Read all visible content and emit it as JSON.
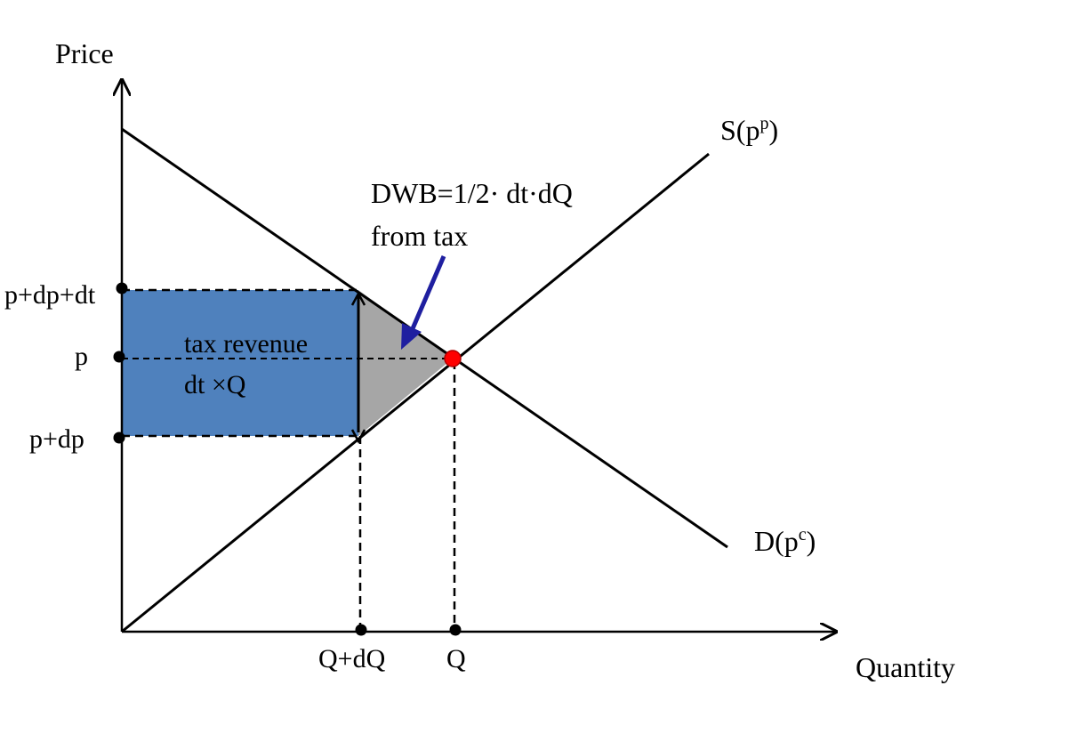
{
  "axes": {
    "y_label": "Price",
    "x_label": "Quantity"
  },
  "curves": {
    "supply_label": "S(p",
    "supply_sup": "p",
    "supply_close": ")",
    "demand_label": "D(p",
    "demand_sup": "c",
    "demand_close": ")"
  },
  "price_ticks": {
    "upper": "p+dp+dt",
    "middle": "p",
    "lower": "p+dp"
  },
  "quantity_ticks": {
    "taxed": "Q+dQ",
    "untaxed": "Q"
  },
  "annotations": {
    "dwb_line1": "DWB=1/2· dt·dQ",
    "dwb_line2": "from tax",
    "revenue_line1": "tax revenue",
    "revenue_line2": "dt ×Q"
  },
  "colors": {
    "revenue_fill": "#4f81bd",
    "dwl_fill": "#a6a6a6",
    "arrow": "#1f1fa0",
    "equilibrium": "#ff0000"
  }
}
